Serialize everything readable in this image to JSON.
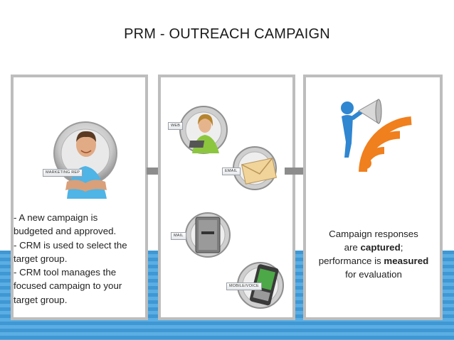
{
  "title": "PRM - OUTREACH CAMPAIGN",
  "panel1": {
    "tag": "MARKETING REP",
    "text_lines": [
      "- A new campaign is",
      "budgeted and approved.",
      "- CRM is used to select the",
      "target group.",
      "- CRM tool manages the",
      "focused campaign to your",
      "target group."
    ]
  },
  "panel2": {
    "tags": {
      "web": "WEB",
      "email": "EMAIL",
      "mail": "MAIL",
      "mobile": "MOBILE/VOICE"
    }
  },
  "panel3": {
    "line1": "Campaign responses",
    "line2_pre": "are ",
    "line2_bold": "captured",
    "line2_post": ";",
    "line3_pre": "performance is ",
    "line3_bold": "measured",
    "line4": "for evaluation"
  },
  "colors": {
    "stripe_dark": "#3f97d3",
    "stripe_light": "#5aaee3",
    "panel_border": "#bdbdbd",
    "arrow": "#8c8c8c",
    "rss_orange": "#f07f1d",
    "figure_blue": "#2f86d1"
  }
}
